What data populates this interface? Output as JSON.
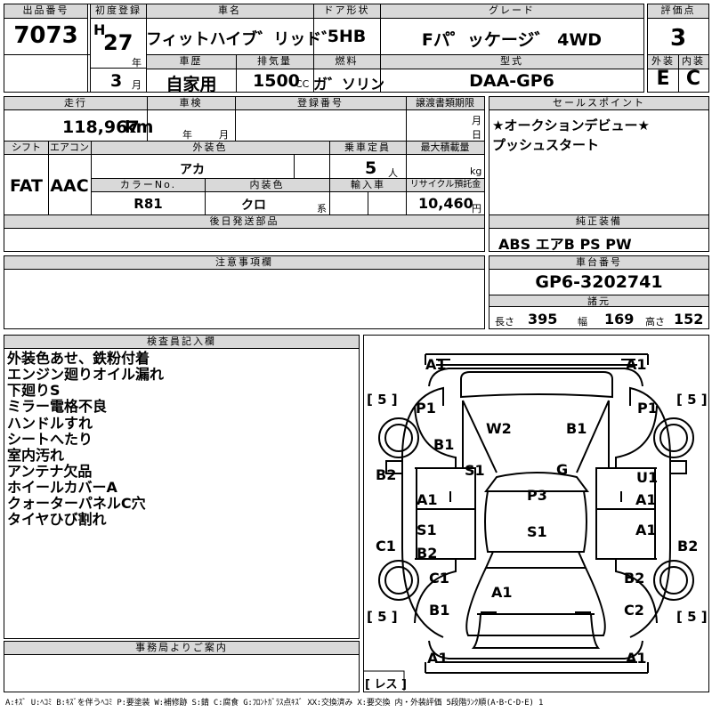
{
  "header": {
    "lot_no_label": "出品番号",
    "lot_no": "7073",
    "first_reg_label": "初度登録",
    "era": "H",
    "year": "27",
    "year_unit": "年",
    "month": "3",
    "month_unit": "月",
    "car_name_label": "車名",
    "car_name": "フィットハイブ゛リッド゛",
    "car_history_label": "車歴",
    "car_history": "自家用",
    "displacement_label": "排気量",
    "displacement": "1500",
    "displacement_unit": "CC",
    "door_label": "ドア形状",
    "door": "5HB",
    "fuel_label": "燃料",
    "fuel": "ガ゛ソリン",
    "grade_label": "グレード",
    "grade": "Fパ゜ッケージ゛ 4WD",
    "model_label": "型式",
    "model": "DAA-GP6",
    "score_label": "評価点",
    "score": "3",
    "ext_label": "外装",
    "ext": "E",
    "int_label": "内装",
    "int": "C"
  },
  "specs": {
    "mileage_label": "走行",
    "mileage": "118,967",
    "mileage_unit": "km",
    "inspection_label": "車検",
    "inspection_year_unit": "年",
    "inspection_month_unit": "月",
    "reg_no_label": "登録番号",
    "transfer_label": "譲渡書類期限",
    "transfer_month_unit": "月",
    "transfer_day_unit": "日",
    "shift_label": "シフト",
    "shift": "FAT",
    "ac_label": "エアコン",
    "ac": "AAC",
    "ext_color_label": "外装色",
    "ext_color": "アカ",
    "capacity_label": "乗車定員",
    "capacity": "5",
    "capacity_unit": "人",
    "max_load_label": "最大積載量",
    "max_load_unit": "kg",
    "color_no_label": "カラーNo.",
    "color_no": "R81",
    "int_color_label": "内装色",
    "int_color": "クロ",
    "int_color_unit": "系",
    "import_label": "輸入車",
    "recycle_label": "リサイクル預託金",
    "recycle": "10,460",
    "recycle_unit": "円",
    "later_parts_label": "後日発送部品",
    "notes_label": "注意事項欄"
  },
  "sales": {
    "label": "セールスポイント",
    "line1": "★オークションデビュー★",
    "line2": "プッシュスタート"
  },
  "equipment": {
    "label": "純正装備",
    "value": "ABS エアB PS PW"
  },
  "chassis": {
    "label": "車台番号",
    "value": "GP6-3202741",
    "dims_label": "諸元",
    "length_label": "長さ",
    "length": "395",
    "width_label": "幅",
    "width": "169",
    "height_label": "高さ",
    "height": "152"
  },
  "inspector": {
    "label": "検査員記入欄",
    "lines": [
      "外装色あせ、鉄粉付着",
      "エンジン廻りオイル漏れ",
      "下廻りS",
      "ミラー電格不良",
      "ハンドルすれ",
      "シートへたり",
      "室内汚れ",
      "アンテナ欠品",
      "ホイールカバーA",
      "クォーターパネルC穴",
      "タイヤひび割れ"
    ]
  },
  "office": {
    "label": "事務局よりご案内"
  },
  "diagram": {
    "tire_fl": "[ 5 ]",
    "tire_fr": "[ 5 ]",
    "tire_rl": "[ 5 ]",
    "tire_rr": "[ 5 ]",
    "spare": "[ レス ]",
    "marks": {
      "front_left_bumper": "A1",
      "front_right_bumper": "A1",
      "rear_left_bumper": "A1",
      "rear_right_bumper": "A1",
      "left_fender_p": "P1",
      "right_fender_p": "P1",
      "hood_w": "W2",
      "hood_b": "B1",
      "left_fender_b": "B1",
      "left_pillar": "S1",
      "windshield": "G",
      "left_sill": "B2",
      "right_u": "U1",
      "left_front_door": "A1",
      "right_front_door": "A1",
      "roof": "P3",
      "roof_s": "S1",
      "left_rear_door_s": "S1",
      "left_rear_door_b": "B2",
      "right_rear_door": "A1",
      "left_sill_rear": "C1",
      "right_sill_rear": "B2",
      "left_quarter_c": "C1",
      "right_quarter_b": "B2",
      "trunk": "A1",
      "left_quarter_b": "B1",
      "right_quarter_c": "C2"
    }
  },
  "legend": "A:ｷｽﾞ U:ﾍｺﾐ B:ｷｽﾞを伴うﾍｺﾐ P:要塗装 W:補修跡 S:錆 C:腐食 G:ﾌﾛﾝﾄｶﾞﾗｽ点ｷｽﾞ XX:交換済み X:要交換 内・外装評価 5段階ﾗﾝｸ順(A･B･C･D･E) 1"
}
